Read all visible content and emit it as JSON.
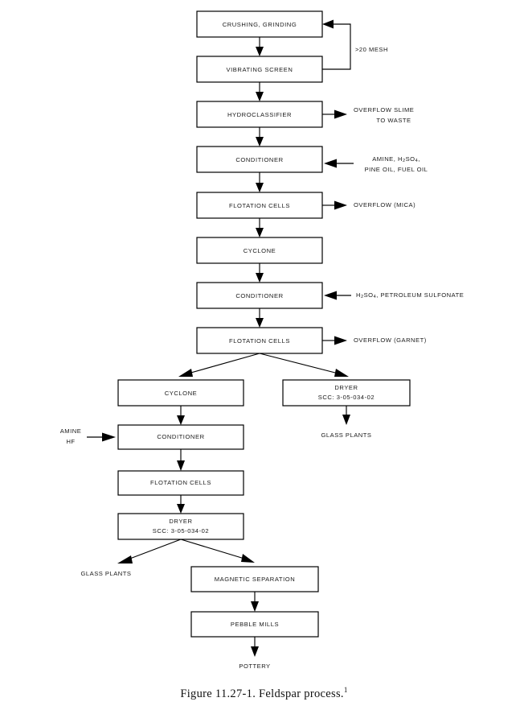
{
  "figure": {
    "caption_text": "Figure 11.27-1.  Feldspar process.",
    "caption_footnote": "1"
  },
  "nodes": {
    "crushing": {
      "label": "CRUSHING, GRINDING"
    },
    "vibrating_screen": {
      "label": "VIBRATING SCREEN"
    },
    "hydroclassifier": {
      "label": "HYDROCLASSIFIER"
    },
    "conditioner_1": {
      "label": "CONDITIONER"
    },
    "flotation_cells_1": {
      "label": "FLOTATION CELLS"
    },
    "cyclone_1": {
      "label": "CYCLONE"
    },
    "conditioner_2": {
      "label": "CONDITIONER"
    },
    "flotation_cells_2": {
      "label": "FLOTATION CELLS"
    },
    "cyclone_2": {
      "label": "CYCLONE"
    },
    "dryer_right": {
      "label": "DRYER",
      "scc": "SCC:  3-05-034-02"
    },
    "conditioner_3": {
      "label": "CONDITIONER"
    },
    "flotation_cells_3": {
      "label": "FLOTATION CELLS"
    },
    "dryer_left": {
      "label": "DRYER",
      "scc": "SCC:  3-05-034-02"
    },
    "magnetic_separation": {
      "label": "MAGNETIC SEPARATION"
    },
    "pebble_mills": {
      "label": "PEBBLE MILLS"
    }
  },
  "stream_labels": {
    "mesh_recycle": ">20 MESH",
    "overflow_slime_line1": "OVERFLOW SLIME",
    "overflow_slime_line2": "TO WASTE",
    "reagents_1_pre": "AMINE, H",
    "reagents_1_sub1": "2",
    "reagents_1_mid": "SO",
    "reagents_1_sub2": "4",
    "reagents_1_post": ",",
    "reagents_1_line2": "PINE OIL, FUEL OIL",
    "overflow_mica": "OVERFLOW (MICA)",
    "reagents_2_pre": "H",
    "reagents_2_sub1": "2",
    "reagents_2_mid": "SO",
    "reagents_2_sub2": "4",
    "reagents_2_post": ", PETROLEUM SULFONATE",
    "overflow_garnet": "OVERFLOW (GARNET)",
    "amine_line1": "AMINE",
    "amine_line2": "HF",
    "glass_plants_right": "GLASS PLANTS",
    "glass_plants_left": "GLASS PLANTS",
    "pottery": "POTTERY"
  },
  "colors": {
    "stroke": "#000000",
    "text": "#1a1a1a",
    "background": "#ffffff"
  }
}
